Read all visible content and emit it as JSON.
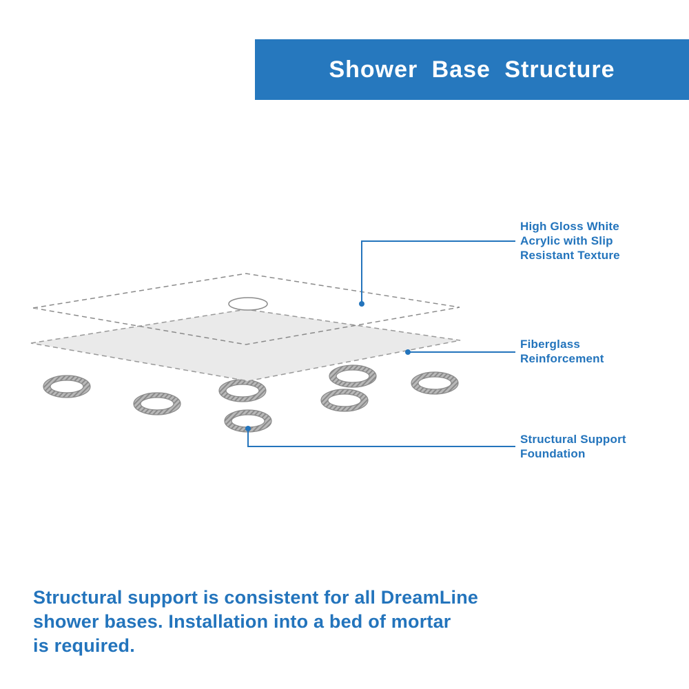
{
  "banner": {
    "title": "Shower Base Structure"
  },
  "callouts": {
    "acrylic": "High Gloss White\nAcrylic with Slip\nResistant Texture",
    "fiberglass": "Fiberglass\nReinforcement",
    "foundation": "Structural Support\nFoundation"
  },
  "footer": {
    "text": "Structural support is consistent for all DreamLine\nshower bases. Installation into a bed of mortar\nis required."
  },
  "colors": {
    "brand_blue": "#2374BC",
    "banner_blue": "#2678BE",
    "layer_gray": "#EAEAEA",
    "ring_gray": "#9A9A9A",
    "outline_gray": "#8A8A8A"
  }
}
